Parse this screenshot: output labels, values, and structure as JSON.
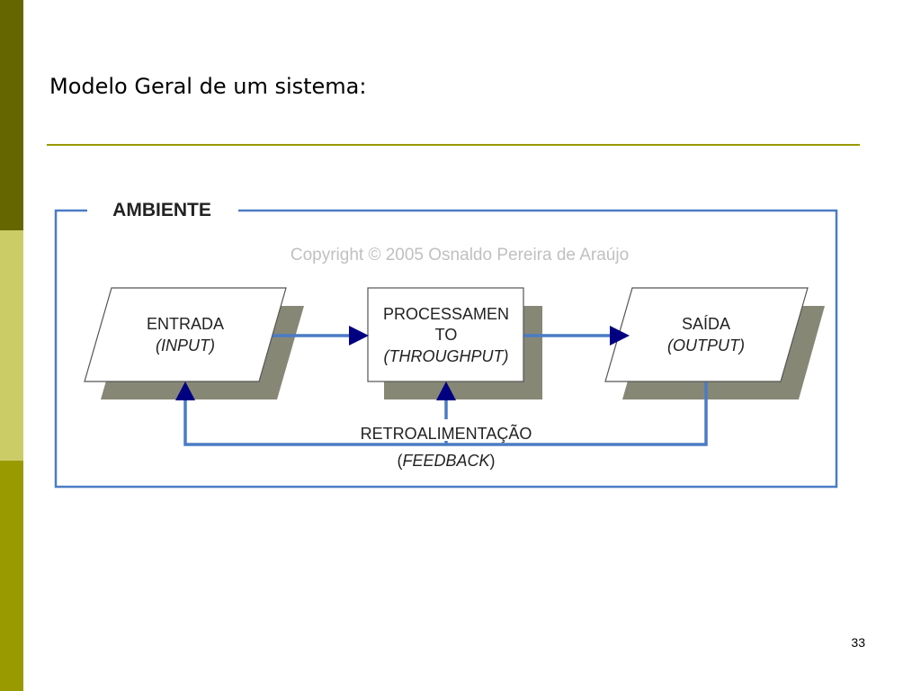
{
  "slide": {
    "title": "Modelo Geral de um sistema:",
    "page_number": "33"
  },
  "diagram": {
    "environment_label": "AMBIENTE",
    "watermark": "Copyright © 2005 Osnaldo Pereira de Araújo",
    "input": {
      "label": "ENTRADA",
      "sublabel": "(INPUT)"
    },
    "process": {
      "label_line1": "PROCESSAMEN",
      "label_line2": "TO",
      "sublabel": "(THROUGHPUT)"
    },
    "output": {
      "label": "SAÍDA",
      "sublabel": "(OUTPUT)"
    },
    "feedback": {
      "label": "RETROALIMENTAÇÃO",
      "sublabel_open": "(",
      "sublabel_italic": "FEEDBACK",
      "sublabel_close": ")"
    }
  },
  "colors": {
    "sidebar_dark": "#666600",
    "sidebar_light": "#cccc66",
    "sidebar_mid": "#999900",
    "rule": "#999900",
    "frame_blue": "#4a7cc4",
    "arrow_navy": "#000080",
    "shadow_gray": "#878776"
  }
}
